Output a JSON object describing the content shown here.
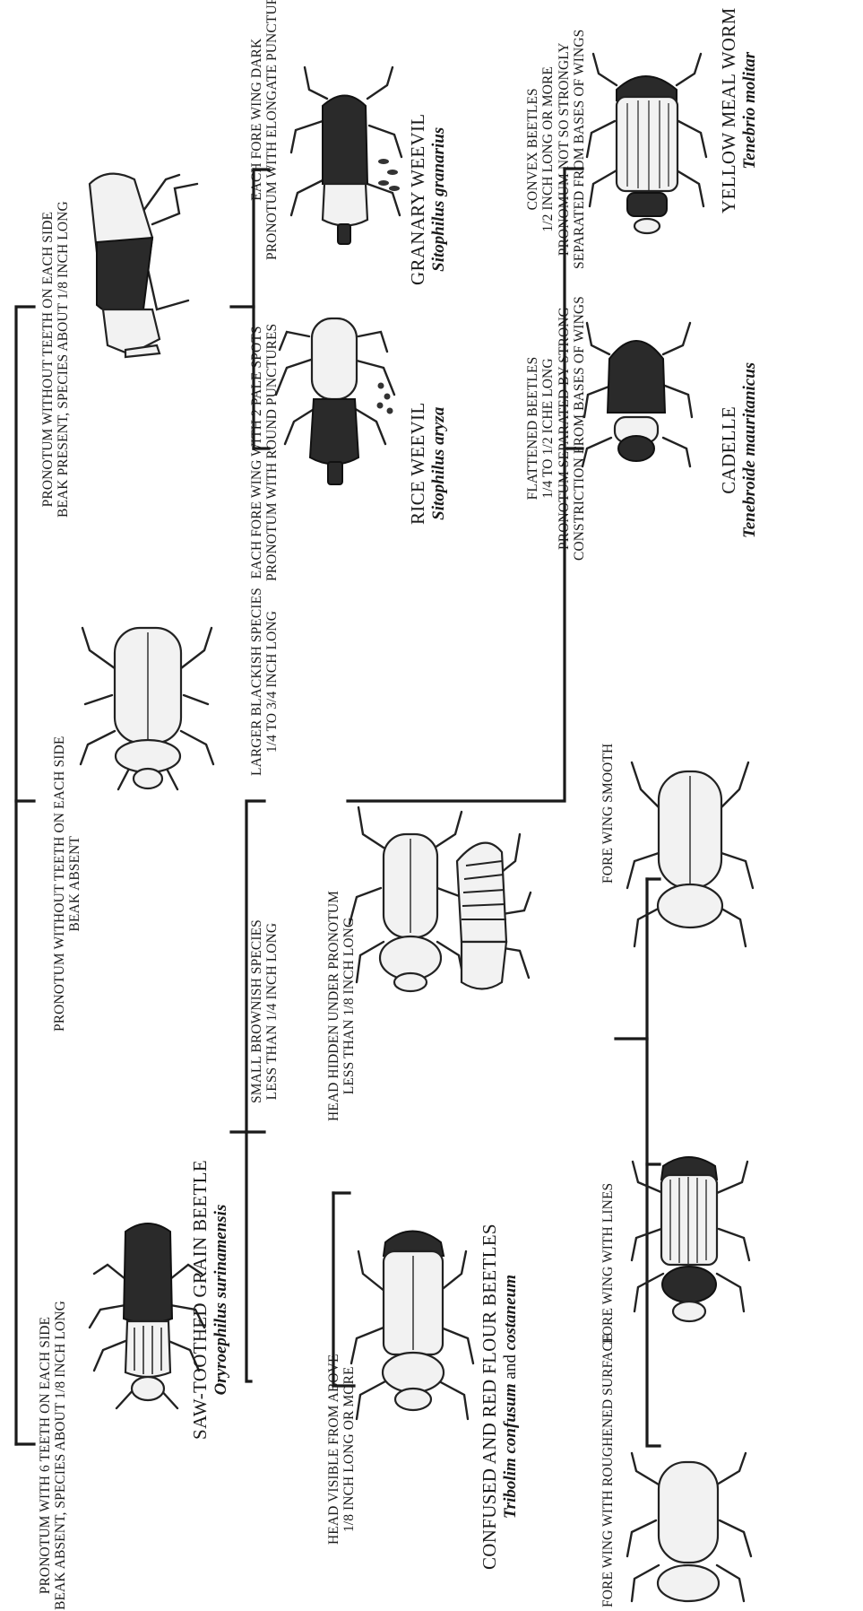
{
  "key": {
    "level1": {
      "saw_toothed": [
        "PRONOTUM WITH 6 TEETH ON EACH SIDE",
        "BEAK ABSENT, SPECIES ABOUT 1/8 INCH LONG"
      ],
      "no_teeth_no_beak": [
        "PRONOTUM WITHOUT TEETH ON EACH SIDE",
        "BEAK ABSENT"
      ],
      "no_teeth_beak": [
        "PRONOTUM WITHOUT TEETH ON EACH SIDE",
        "BEAK PRESENT, SPECIES ABOUT 1/8 INCH LONG"
      ]
    },
    "level2": {
      "small_brownish": [
        "SMALL BROWNISH SPECIES",
        "LESS THAN 1/4 INCH LONG"
      ],
      "larger_blackish": [
        "LARGER BLACKISH SPECIES",
        "1/4 TO 3/4 INCH LONG"
      ],
      "rice": [
        "EACH FORE WING WITH 2 PALE SPOTS",
        "PRONOTUM WITH ROUND PUNCTURES"
      ],
      "granary": [
        "EACH FORE WING DARK",
        "PRONOTUM WITH ELONGATE PUNCTURES"
      ]
    },
    "level3": {
      "head_visible": [
        "HEAD VISIBLE FROM ABOVE",
        "1/8 INCH LONG OR MORE"
      ],
      "head_hidden": [
        "HEAD HIDDEN UNDER PRONOTUM",
        "LESS THAN 1/8 INCH LONG"
      ],
      "flattened": [
        "FLATTENED BEETLES",
        "1/4 TO 1/2 ICHE LONG",
        "PRONOTUM SEPARATED BY STRONG",
        "CONSTRICTION FROM BASES OF WINGS"
      ],
      "convex": [
        "CONVEX BEETLES",
        "1/2 INCH LONG OR MORE",
        "PRONOMUM NOT SO STRONGLY",
        "SEPARATED FROM BASES OF WINGS"
      ]
    },
    "level4": {
      "roughened": "FORE WING WITH ROUGHENED SURFACE",
      "lines": "FORE WING WITH LINES",
      "smooth": "FORE WING SMOOTH"
    }
  },
  "species": {
    "saw_toothed": {
      "common": "SAW-TOOTHED GRAIN BEETLE",
      "scientific": "Oryroephilus surinamensis"
    },
    "rice_weevil": {
      "common": "RICE WEEVIL",
      "scientific": "Sitophilus aryza"
    },
    "granary_weevil": {
      "common": "GRANARY WEEVIL",
      "scientific": "Sitophilus granarius"
    },
    "flour_beetles": {
      "common": "CONFUSED AND RED FLOUR BEETLES",
      "scientific_a": "Tribolim confusum",
      "connector": "and",
      "scientific_b": "costaneum"
    },
    "cadelle": {
      "common": "CADELLE",
      "scientific": "Tenebroide mauritanicus"
    },
    "meal_worm": {
      "common": "YELLOW MEAL WORM",
      "scientific": "Tenebrio molitar"
    }
  }
}
